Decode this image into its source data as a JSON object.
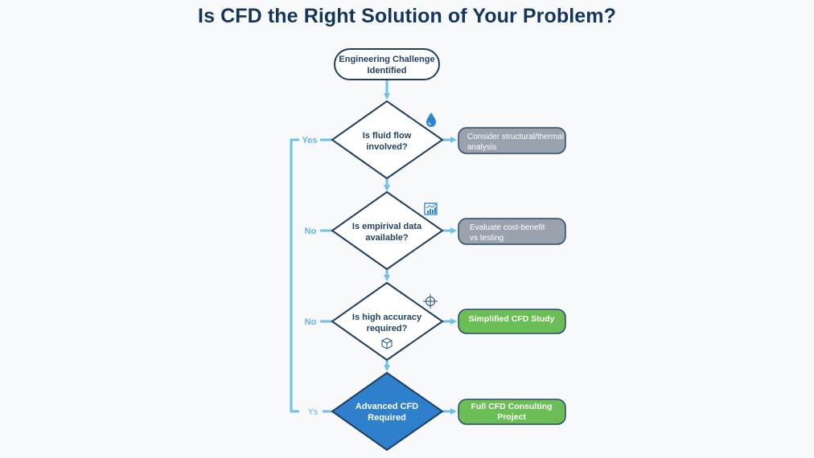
{
  "title": "Is CFD the Right Solution of Your Problem?",
  "colors": {
    "title": "#14365a",
    "outline": "#1f3f5f",
    "connector": "#6ec1e8",
    "gray_box": "#9aa3ad",
    "green_box": "#6bbd55",
    "blue_diamond": "#2e7fcc",
    "icon": "#2a86d0"
  },
  "start": {
    "line1": "Engineering Challenge",
    "line2": "Identified"
  },
  "decisions": [
    {
      "line1": "Is fluid flow",
      "line2": "involved?",
      "left_label": "Yes",
      "icon": "water-drop-icon"
    },
    {
      "line1": "Is empirival data",
      "line2": "available?",
      "left_label": "No",
      "icon": "chart-icon"
    },
    {
      "line1": "Is high accuracy",
      "line2": "required?",
      "left_label": "No",
      "icon": "crosshair-icon",
      "icon2": "cube-icon"
    }
  ],
  "final": {
    "line1": "Advanced CFD",
    "line2": "Required",
    "left_label": "Ys"
  },
  "outcomes": [
    {
      "line1": "Consider structural/thermal",
      "line2": "analysis",
      "style": "gray"
    },
    {
      "line1": "Evaluate cost-benefit",
      "line2": "vs testing",
      "style": "gray"
    },
    {
      "line1": "Simplified CFD Study",
      "line2": "",
      "style": "green"
    },
    {
      "line1": "Full CFD Consulting",
      "line2": "Project",
      "style": "green"
    }
  ]
}
